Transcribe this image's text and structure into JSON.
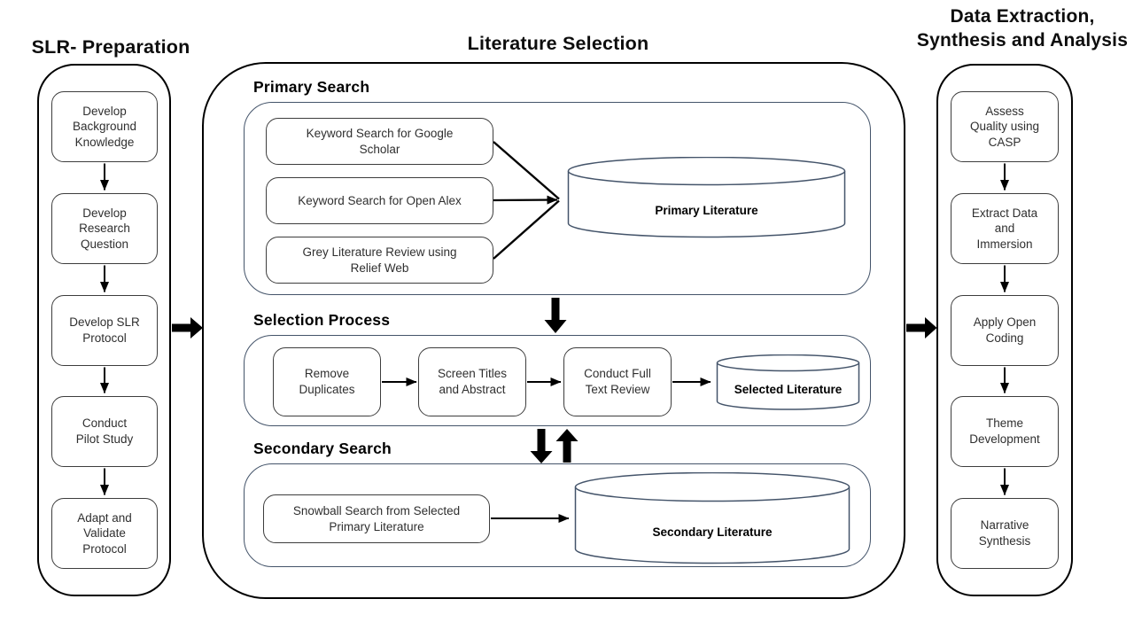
{
  "preparation": {
    "title": "SLR- Preparation",
    "steps": [
      "Develop\nBackground\nKnowledge",
      "Develop\nResearch\nQuestion",
      "Develop SLR\nProtocol",
      "Conduct\nPilot Study",
      "Adapt and\nValidate\nProtocol"
    ]
  },
  "literature_selection": {
    "title": "Literature Selection",
    "primary_search": {
      "label": "Primary Search",
      "sources": [
        "Keyword Search for Google\nScholar",
        "Keyword Search for Open Alex",
        "Grey Literature Review using\nRelief Web"
      ],
      "database": "Primary Literature"
    },
    "selection_process": {
      "label": "Selection Process",
      "steps": [
        "Remove\nDuplicates",
        "Screen Titles\nand Abstract",
        "Conduct Full\nText Review"
      ],
      "database": "Selected Literature"
    },
    "secondary_search": {
      "label": "Secondary Search",
      "source": "Snowball Search from Selected\nPrimary Literature",
      "database": "Secondary Literature"
    }
  },
  "extraction": {
    "title": "Data Extraction,\nSynthesis and Analysis",
    "steps": [
      "Assess\nQuality using\nCASP",
      "Extract Data\nand\nImmersion",
      "Apply Open\nCoding",
      "Theme\nDevelopment",
      "Narrative\nSynthesis"
    ]
  },
  "colors": {
    "container_outline": "#000000",
    "subsection_outline": "#44546a",
    "node_outline": "#3d3d3d",
    "arrow": "#000000",
    "background": "#ffffff"
  }
}
